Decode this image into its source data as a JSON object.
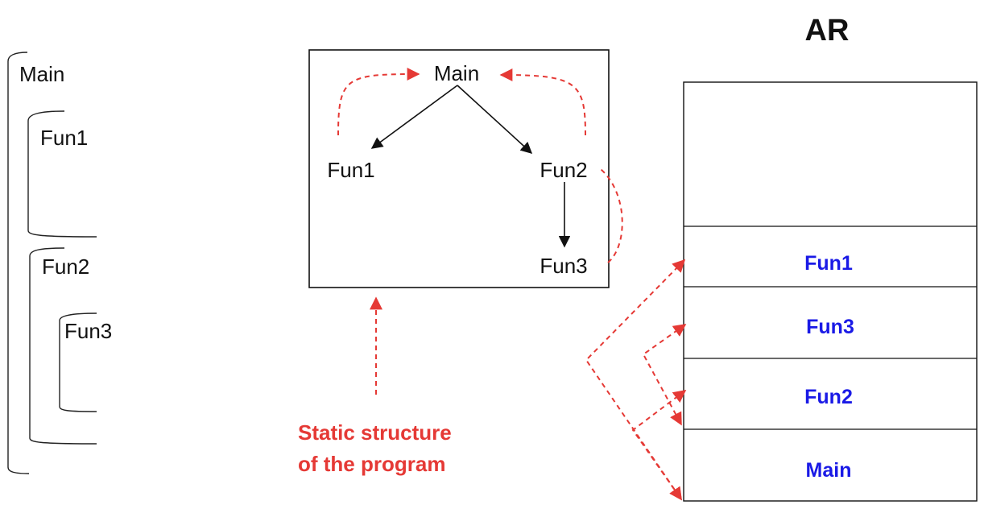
{
  "colors": {
    "ink": "#111111",
    "accent_red": "#e53935",
    "frame_blue": "#1a1ae6"
  },
  "code_structure": {
    "main_label": "Main",
    "fun1_label": "Fun1",
    "fun2_label": "Fun2",
    "fun3_label": "Fun3"
  },
  "tree": {
    "main_label": "Main",
    "fun1_label": "Fun1",
    "fun2_label": "Fun2",
    "fun3_label": "Fun3"
  },
  "note": {
    "line1": "Static structure",
    "line2": "of the program"
  },
  "stack": {
    "title": "AR",
    "frames": [
      "Fun1",
      "Fun3",
      "Fun2",
      "Main"
    ]
  }
}
